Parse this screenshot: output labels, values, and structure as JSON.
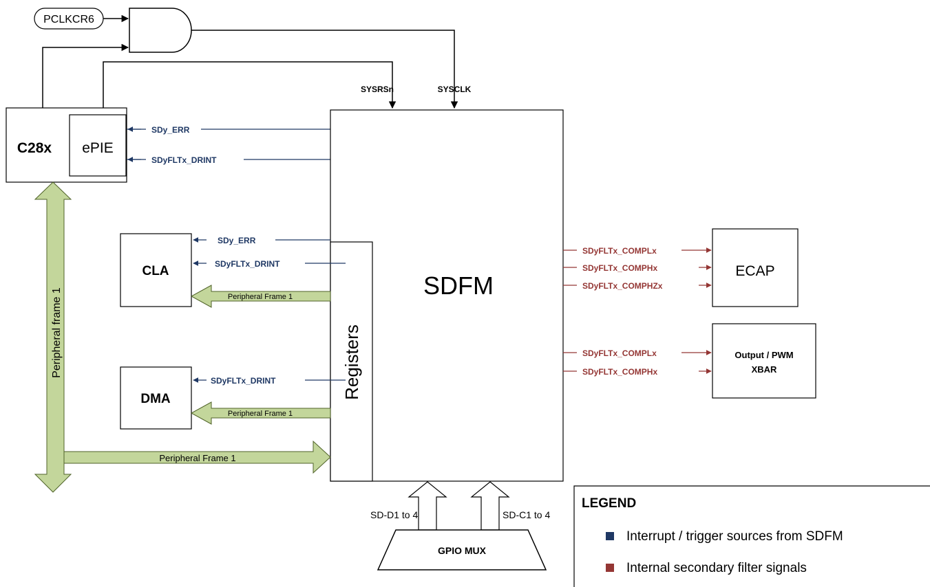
{
  "blocks": {
    "pclkcr6": "PCLKCR6",
    "c28x": "C28x",
    "epie": "ePIE",
    "cla": "CLA",
    "dma": "DMA",
    "sdfm": "SDFM",
    "registers": "Registers",
    "ecap": "ECAP",
    "xbar_line1": "Output / PWM",
    "xbar_line2": "XBAR",
    "gpio_mux": "GPIO MUX"
  },
  "clock_signals": {
    "sysrsn": "SYSRSn",
    "sysclk": "SYSCLK"
  },
  "interrupt_signals": {
    "epie_err": "SDy_ERR",
    "epie_drint": "SDyFLTx_DRINT",
    "cla_err": "SDy_ERR",
    "cla_drint": "SDyFLTx_DRINT",
    "dma_drint": "SDyFLTx_DRINT"
  },
  "internal_signals": {
    "ecap_compl": "SDyFLTx_COMPLx",
    "ecap_comph": "SDyFLTx_COMPHx",
    "ecap_comphz": "SDyFLTx_COMPHZx",
    "xbar_compl": "SDyFLTx_COMPLx",
    "xbar_comph": "SDyFLTx_COMPHx"
  },
  "buses": {
    "vertical": "Peripheral frame 1",
    "to_cla": "Peripheral Frame 1",
    "to_dma": "Peripheral Frame 1",
    "to_registers": "Peripheral Frame 1"
  },
  "inputs": {
    "data": "SD-D1 to 4",
    "clock": "SD-C1 to 4"
  },
  "legend": {
    "title": "LEGEND",
    "items": [
      {
        "label": "Interrupt / trigger sources from SDFM",
        "color": "#1f3864"
      },
      {
        "label": "Internal secondary filter signals",
        "color": "#943634"
      }
    ]
  },
  "colors": {
    "interrupt": "#1f3864",
    "internal": "#943634",
    "bus_fill": "#c3d69b",
    "bus_stroke": "#4f6228"
  }
}
